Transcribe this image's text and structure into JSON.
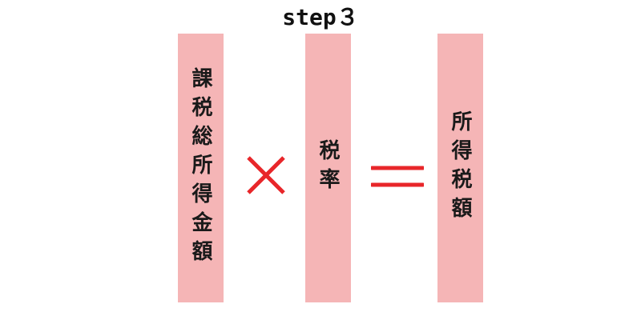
{
  "title": "step３",
  "colors": {
    "box_fill": "#f5b5b6",
    "operator": "#e8262a",
    "text": "#1a1a1a"
  },
  "boxes": {
    "left": {
      "label": "課税総所得金額"
    },
    "middle": {
      "label": "税率"
    },
    "right": {
      "label": "所得税額"
    }
  },
  "operators": {
    "multiply": "multiply-icon",
    "equals": "equals-icon"
  }
}
